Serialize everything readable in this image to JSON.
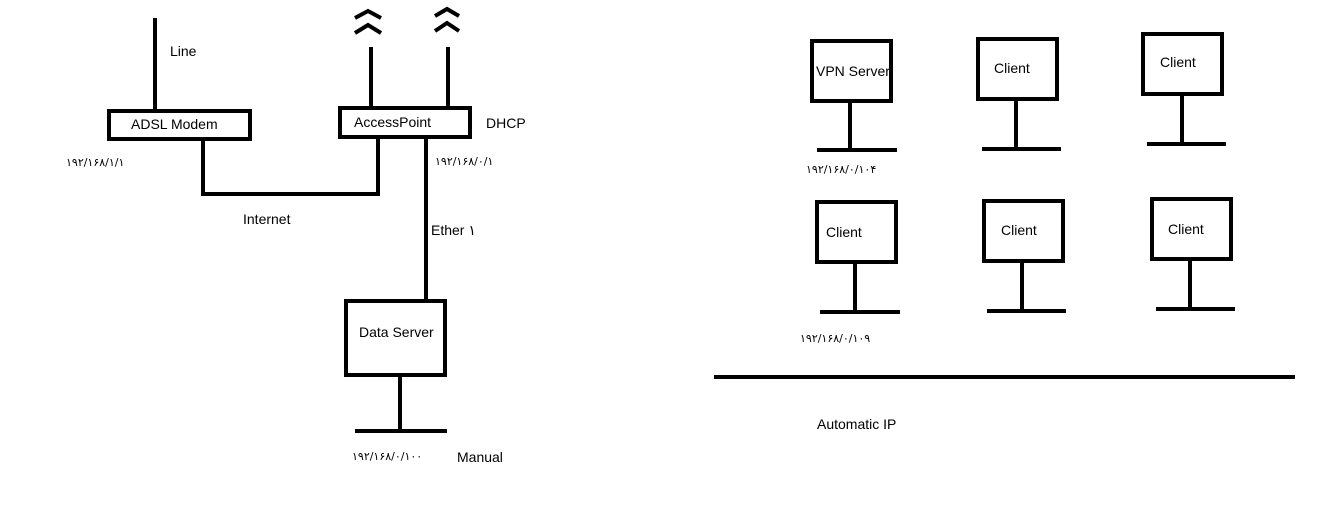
{
  "labels": {
    "line": "Line",
    "adsl_modem": "ADSL Modem",
    "access_point": "AccessPoint",
    "dhcp": "DHCP",
    "internet": "Internet",
    "ether": "Ether ١",
    "data_server": "Data Server",
    "manual": "Manual",
    "vpn_server": "VPN Server",
    "client": "Client",
    "automatic_ip": "Automatic IP"
  },
  "ips": {
    "modem": "١٩٢/١۶٨/١/١",
    "access_point": "١٩٢/١۶٨/٠/١",
    "data_server": "١٩٢/١۶٨/٠/١٠٠",
    "vpn_server": "١٩٢/١۶٨/٠/١٠۴",
    "client_bottom_left": "١٩٢/١۶٨/٠/١٠٩"
  },
  "colors": {
    "stroke": "#000000",
    "background": "#ffffff"
  },
  "icons": [
    "antenna-icon",
    "antenna-icon"
  ]
}
